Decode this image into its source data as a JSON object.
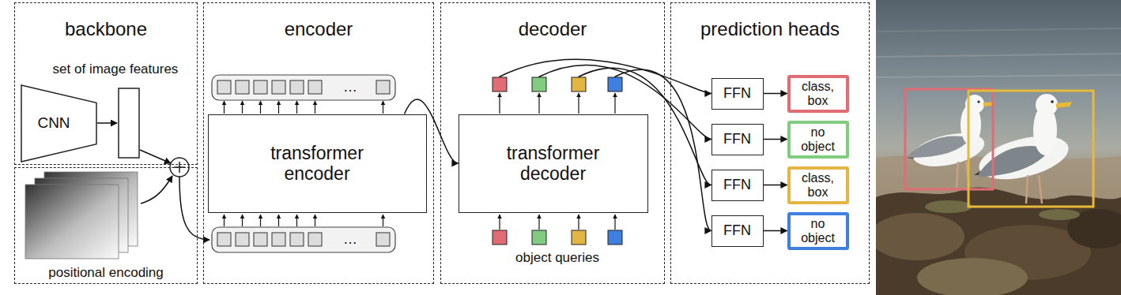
{
  "diagram": {
    "nodes": [
      {
        "text": [
          "backbone"
        ]
      },
      {
        "text": [
          "CNN"
        ],
        "in": 0
      },
      {
        "text": [
          "positional encoding"
        ]
      },
      {
        "text": [
          "encoder"
        ]
      },
      {
        "text": [
          "transformer encoder"
        ],
        "in": 3
      },
      {
        "text": [
          "decoder"
        ]
      },
      {
        "text": [
          "transformer decoder"
        ],
        "in": 5
      },
      {
        "text": [
          "prediction heads"
        ]
      },
      {
        "text": [
          "FFN"
        ],
        "in": 7
      },
      {
        "text": [
          "class, box"
        ],
        "in": 7
      },
      {
        "text": [
          "FFN"
        ],
        "in": 7
      },
      {
        "text": [
          "no object"
        ],
        "in": 7
      },
      {
        "text": [
          "FFN"
        ],
        "in": 7
      },
      {
        "text": [
          "class, box"
        ],
        "in": 7
      },
      {
        "text": [
          "FFN"
        ],
        "in": 7
      },
      {
        "text": [
          "no object"
        ],
        "in": 7
      }
    ],
    "edges": [
      {
        "from": 4,
        "to": 6,
        "arrow": "to"
      },
      {
        "from": 6,
        "to": 8,
        "arrow": "to"
      },
      {
        "from": 6,
        "to": 10,
        "arrow": "to"
      },
      {
        "from": 6,
        "to": 12,
        "arrow": "to"
      },
      {
        "from": 6,
        "to": 14,
        "arrow": "to"
      },
      {
        "from": 8,
        "to": 9,
        "arrow": "to"
      },
      {
        "from": 10,
        "to": 11,
        "arrow": "to"
      },
      {
        "from": 12,
        "to": 13,
        "arrow": "to"
      },
      {
        "from": 14,
        "to": 15,
        "arrow": "to"
      }
    ],
    "labels": [
      "set of image features",
      "…",
      "…",
      "object queries"
    ]
  }
}
